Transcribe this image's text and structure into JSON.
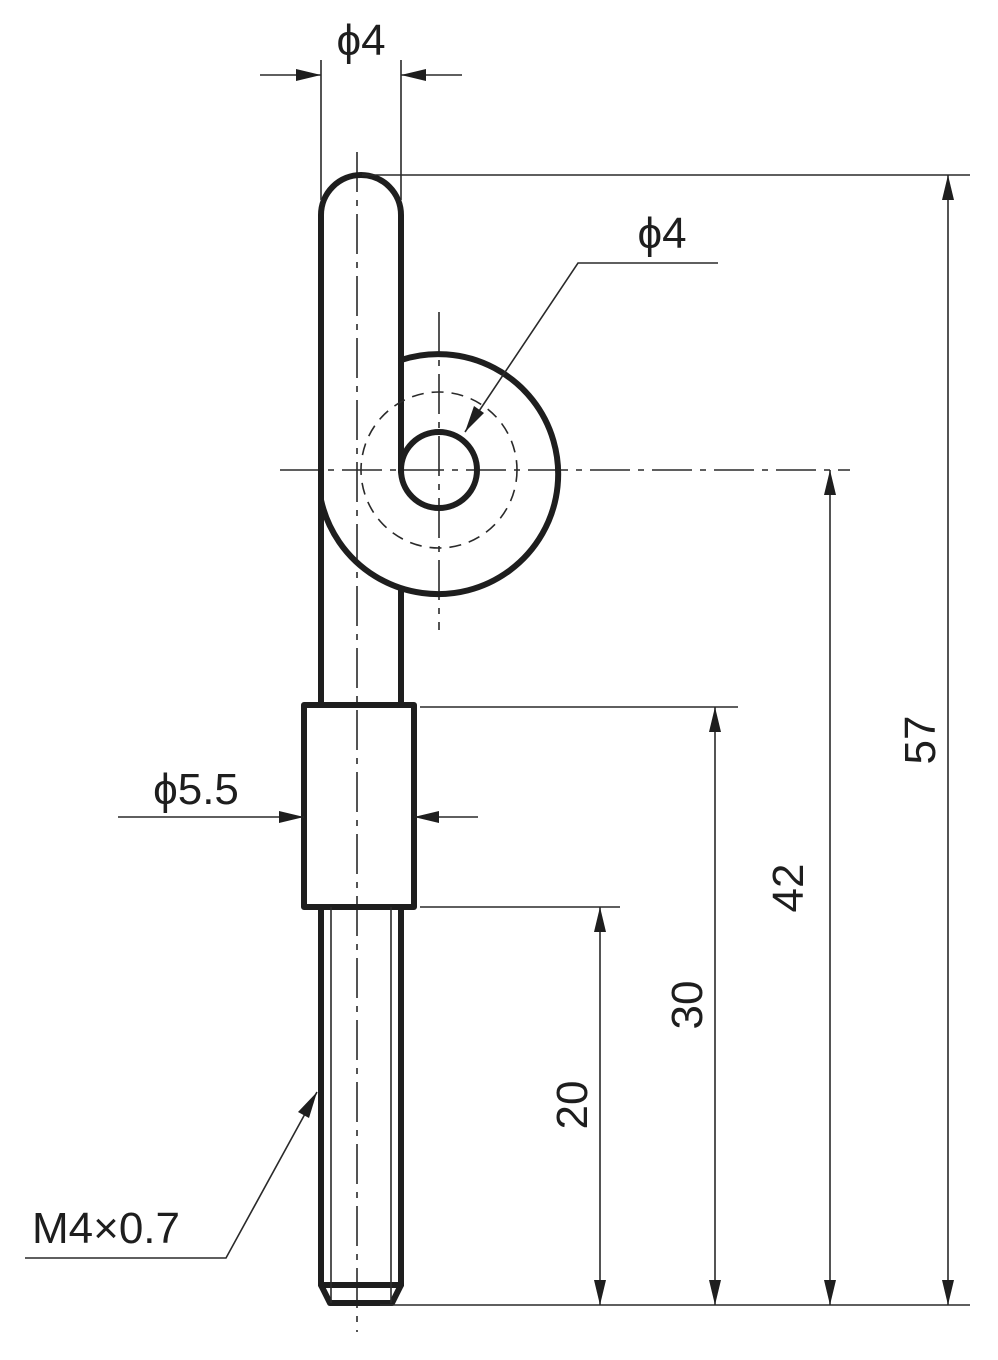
{
  "drawing": {
    "dimensions": {
      "shaft_diameter": "ϕ4",
      "hole_diameter": "ϕ4",
      "collar_diameter": "ϕ5.5",
      "thread": "M4×0.7",
      "overall_length": "57",
      "to_hole_center": "42",
      "to_collar_top": "30",
      "thread_length": "20"
    }
  }
}
